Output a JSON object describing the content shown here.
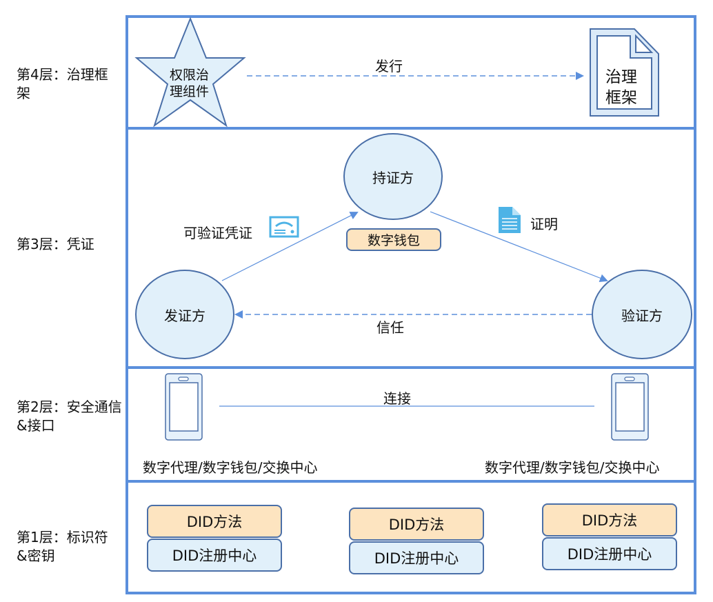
{
  "layers": [
    {
      "label": "第4层：治理框架"
    },
    {
      "label": "第3层：凭证"
    },
    {
      "label": "第2层：安全通信&接口"
    },
    {
      "label": "第1层：标识符&密钥"
    }
  ],
  "layer4": {
    "star_label_line1": "权限治",
    "star_label_line2": "理组件",
    "arrow_label": "发行",
    "doc_label_line1": "治理",
    "doc_label_line2": "框架"
  },
  "layer3": {
    "holder": "持证方",
    "wallet": "数字钱包",
    "issuer": "发证方",
    "verifier": "验证方",
    "vc_label": "可验证凭证",
    "proof_label": "证明",
    "trust_label": "信任"
  },
  "layer2": {
    "connect_label": "连接",
    "left_device_label": "数字代理/数字钱包/交换中心",
    "right_device_label": "数字代理/数字钱包/交换中心"
  },
  "layer1": {
    "stacks": [
      {
        "method": "DID方法",
        "registry": "DID注册中心"
      },
      {
        "method": "DID方法",
        "registry": "DID注册中心"
      },
      {
        "method": "DID方法",
        "registry": "DID注册中心"
      }
    ]
  },
  "colors": {
    "layer_border": "#5b8fdc",
    "node_fill": "#e1f0fa",
    "node_stroke": "#4a6fa8",
    "method_fill": "#fde4c0",
    "arrow": "#5b8fdc"
  }
}
